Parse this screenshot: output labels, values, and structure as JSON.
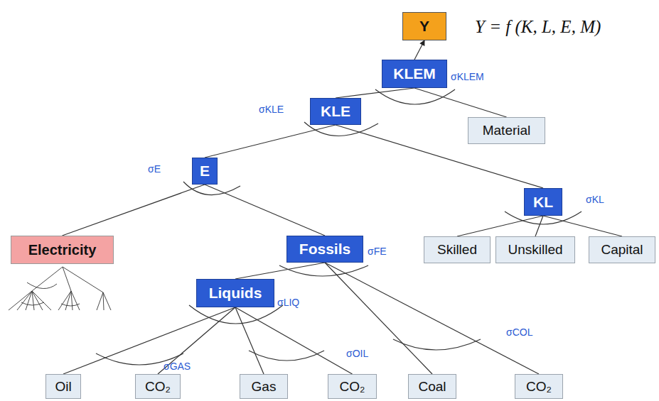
{
  "diagram": {
    "nodes": [
      {
        "text": [
          "Y"
        ]
      },
      {
        "text": [
          "KLEM"
        ]
      },
      {
        "text": [
          "KLE"
        ]
      },
      {
        "text": [
          "Material"
        ]
      },
      {
        "text": [
          "E"
        ]
      },
      {
        "text": [
          "KL"
        ]
      },
      {
        "text": [
          "Electricity"
        ]
      },
      {
        "text": [
          "Fossils"
        ]
      },
      {
        "text": [
          "Skilled"
        ]
      },
      {
        "text": [
          "Unskilled"
        ]
      },
      {
        "text": [
          "Capital"
        ]
      },
      {
        "text": [
          "Liquids"
        ]
      },
      {
        "text": [
          "Oil"
        ]
      },
      {
        "text": [
          "CO₂"
        ]
      },
      {
        "text": [
          "Gas"
        ]
      },
      {
        "text": [
          "CO₂"
        ]
      },
      {
        "text": [
          "Coal"
        ]
      },
      {
        "text": [
          "CO₂"
        ]
      }
    ],
    "edges": [
      {
        "from": 1,
        "to": 0,
        "arrow": "to"
      },
      {
        "from": 1,
        "to": 2,
        "arrow": "none"
      },
      {
        "from": 1,
        "to": 3,
        "arrow": "none"
      },
      {
        "from": 2,
        "to": 4,
        "arrow": "none"
      },
      {
        "from": 2,
        "to": 5,
        "arrow": "none"
      },
      {
        "from": 4,
        "to": 6,
        "arrow": "none"
      },
      {
        "from": 4,
        "to": 7,
        "arrow": "none"
      },
      {
        "from": 5,
        "to": 8,
        "arrow": "none"
      },
      {
        "from": 5,
        "to": 9,
        "arrow": "none"
      },
      {
        "from": 5,
        "to": 10,
        "arrow": "none"
      },
      {
        "from": 7,
        "to": 11,
        "arrow": "none"
      },
      {
        "from": 7,
        "to": 16,
        "arrow": "none"
      },
      {
        "from": 7,
        "to": 17,
        "arrow": "none"
      },
      {
        "from": 11,
        "to": 12,
        "arrow": "none"
      },
      {
        "from": 11,
        "to": 13,
        "arrow": "none"
      },
      {
        "from": 11,
        "to": 14,
        "arrow": "none"
      },
      {
        "from": 11,
        "to": 15,
        "arrow": "none"
      }
    ],
    "labels": [
      "Y = f (K, L, E, M)",
      "σKLEM",
      "σKLE",
      "σE",
      "σKL",
      "σFE",
      "σLIQ",
      "σGAS",
      "σOIL",
      "σCOL"
    ]
  }
}
